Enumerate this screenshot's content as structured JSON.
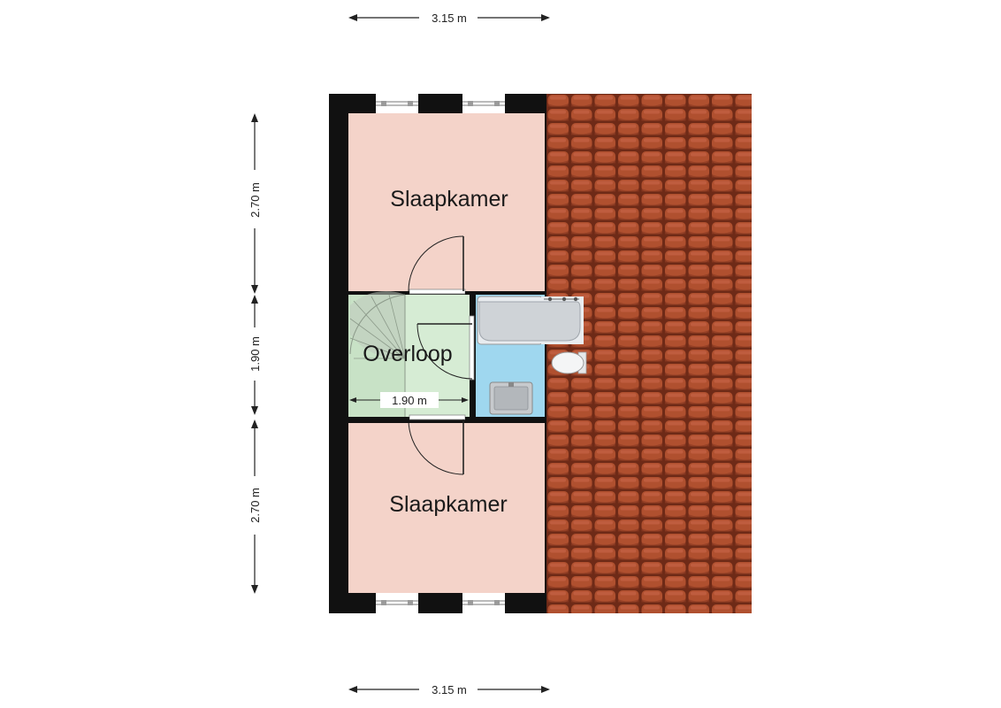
{
  "rooms": {
    "bedroom_top": "Slaapkamer",
    "landing": "Overloop",
    "bedroom_bottom": "Slaapkamer"
  },
  "dimensions": {
    "top_width": "3.15 m",
    "bottom_width": "3.15 m",
    "left_upper_height": "2.70 m",
    "left_middle_height": "1.90 m",
    "left_lower_height": "2.70 m",
    "landing_width": "1.90 m"
  },
  "colors": {
    "bedroom": "#f4d3c9",
    "landing": "#d6ecd4",
    "bathroom": "#9fd7ef",
    "wall": "#111111",
    "roof_tile": "#b0502f",
    "roof_tile_shadow": "#6e2a17"
  }
}
